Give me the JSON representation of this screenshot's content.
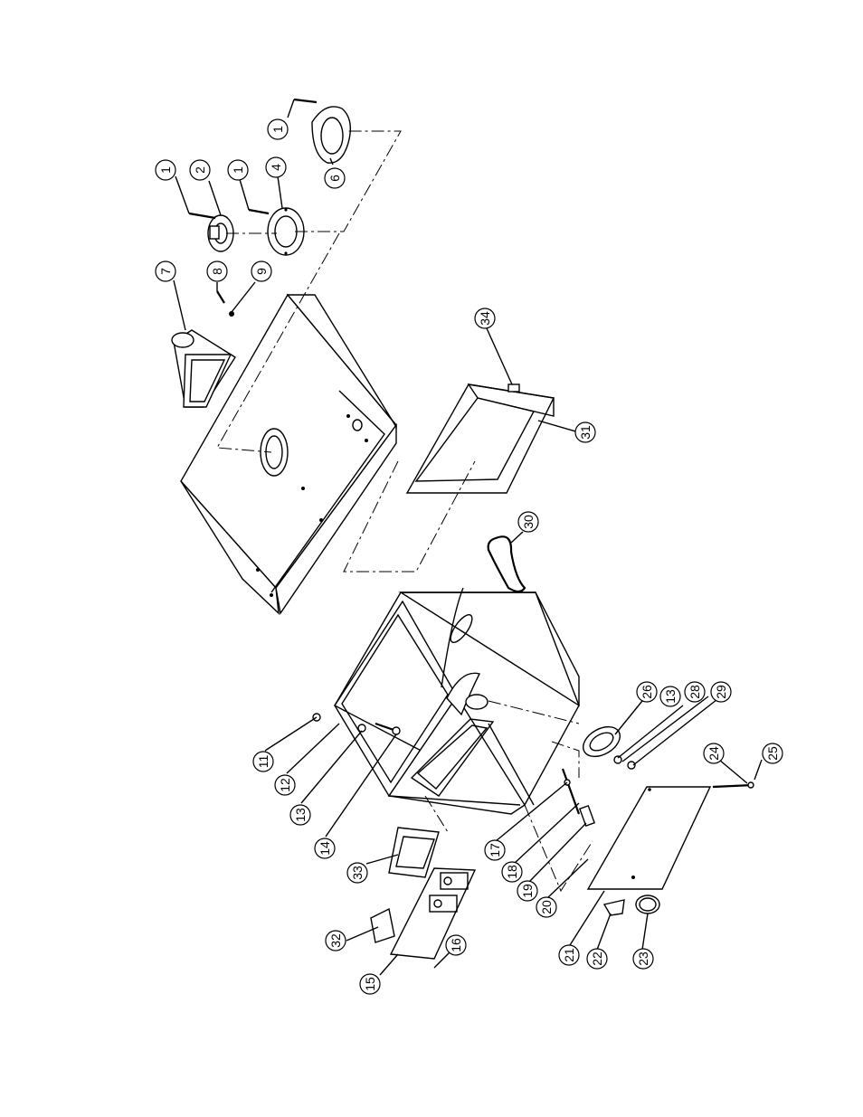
{
  "diagram": {
    "type": "exploded-parts-diagram",
    "callouts": [
      {
        "id": "c1a",
        "label": "1"
      },
      {
        "id": "c1b",
        "label": "1"
      },
      {
        "id": "c1c",
        "label": "1"
      },
      {
        "id": "c2",
        "label": "2"
      },
      {
        "id": "c4",
        "label": "4"
      },
      {
        "id": "c6",
        "label": "6"
      },
      {
        "id": "c7",
        "label": "7"
      },
      {
        "id": "c8",
        "label": "8"
      },
      {
        "id": "c9",
        "label": "9"
      },
      {
        "id": "c11",
        "label": "11"
      },
      {
        "id": "c12",
        "label": "12"
      },
      {
        "id": "c13a",
        "label": "13"
      },
      {
        "id": "c13b",
        "label": "13"
      },
      {
        "id": "c14",
        "label": "14"
      },
      {
        "id": "c15",
        "label": "15"
      },
      {
        "id": "c16",
        "label": "16"
      },
      {
        "id": "c17",
        "label": "17"
      },
      {
        "id": "c18",
        "label": "18"
      },
      {
        "id": "c19",
        "label": "19"
      },
      {
        "id": "c20",
        "label": "20"
      },
      {
        "id": "c21",
        "label": "21"
      },
      {
        "id": "c22",
        "label": "22"
      },
      {
        "id": "c23",
        "label": "23"
      },
      {
        "id": "c24",
        "label": "24"
      },
      {
        "id": "c25",
        "label": "25"
      },
      {
        "id": "c26",
        "label": "26"
      },
      {
        "id": "c28",
        "label": "28"
      },
      {
        "id": "c29",
        "label": "29"
      },
      {
        "id": "c30",
        "label": "30"
      },
      {
        "id": "c31",
        "label": "31"
      },
      {
        "id": "c32",
        "label": "32"
      },
      {
        "id": "c33",
        "label": "33"
      },
      {
        "id": "c34",
        "label": "34"
      }
    ]
  }
}
